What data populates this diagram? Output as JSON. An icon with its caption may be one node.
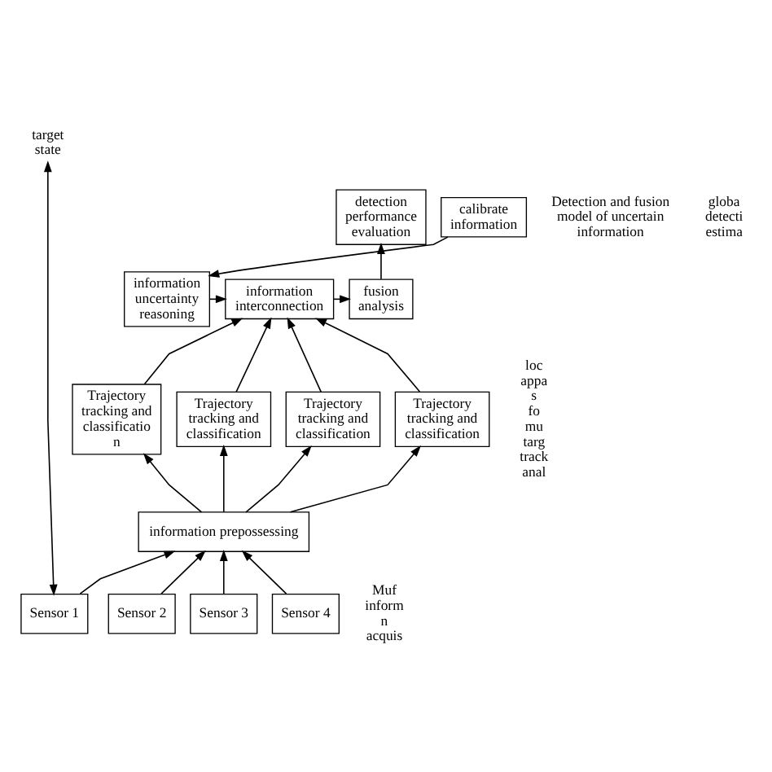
{
  "diagram": {
    "nodes": [
      {
        "text": [
          "target state"
        ]
      },
      {
        "text": [
          "calibrate information"
        ]
      },
      {
        "text": [
          "detection performance evaluation"
        ]
      },
      {
        "text": [
          "information uncertainty reasoning"
        ]
      },
      {
        "text": [
          "information interconnection"
        ]
      },
      {
        "text": [
          "fusion analysis"
        ]
      },
      {
        "text": [
          "Trajectory tracking and classificatio n"
        ]
      },
      {
        "text": [
          "Trajectory tracking and classification"
        ]
      },
      {
        "text": [
          "Trajectory tracking and classification"
        ]
      },
      {
        "text": [
          "Trajectory tracking and classification"
        ]
      },
      {
        "text": [
          "information prepossessing"
        ]
      },
      {
        "text": [
          "Sensor 1"
        ]
      },
      {
        "text": [
          "Sensor 2"
        ]
      },
      {
        "text": [
          "Sensor 3"
        ]
      },
      {
        "text": [
          "Sensor 4"
        ]
      }
    ],
    "edges": [
      {
        "from": 1,
        "to": 3,
        "arrow": "to"
      },
      {
        "from": 3,
        "to": 4,
        "arrow": "to"
      },
      {
        "from": 4,
        "to": 5,
        "arrow": "to"
      },
      {
        "from": 5,
        "to": 2,
        "arrow": "to"
      },
      {
        "from": 6,
        "to": 4,
        "arrow": "to"
      },
      {
        "from": 7,
        "to": 4,
        "arrow": "to"
      },
      {
        "from": 8,
        "to": 4,
        "arrow": "to"
      },
      {
        "from": 9,
        "to": 4,
        "arrow": "to"
      },
      {
        "from": 10,
        "to": 6,
        "arrow": "to"
      },
      {
        "from": 10,
        "to": 7,
        "arrow": "to"
      },
      {
        "from": 10,
        "to": 8,
        "arrow": "to"
      },
      {
        "from": 10,
        "to": 9,
        "arrow": "to"
      },
      {
        "from": 11,
        "to": 10,
        "arrow": "to"
      },
      {
        "from": 12,
        "to": 10,
        "arrow": "to"
      },
      {
        "from": 13,
        "to": 10,
        "arrow": "to"
      },
      {
        "from": 14,
        "to": 10,
        "arrow": "to"
      },
      {
        "from": 11,
        "to": 0,
        "arrow": "both"
      }
    ],
    "labels": [
      "Detection and fusion model of uncertain information",
      "globa detecti estima",
      "loc appa s fo mu targ track anal",
      "Muf inform n acquis"
    ]
  }
}
